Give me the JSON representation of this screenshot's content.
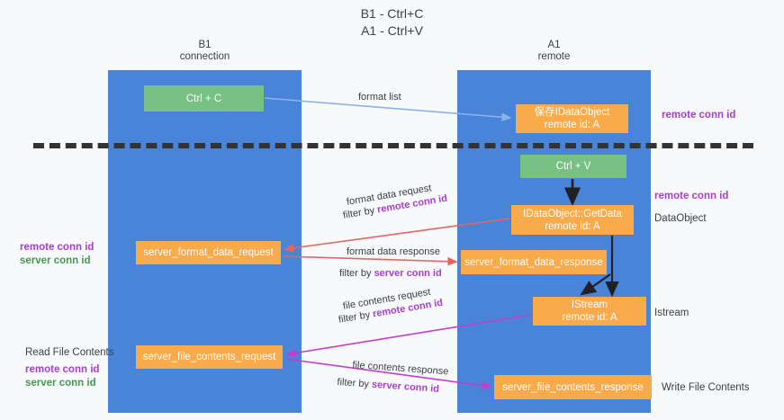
{
  "title": "B1 - Ctrl+C\nA1 - Ctrl+V",
  "lanes": {
    "b1": {
      "header": "B1\nconnection"
    },
    "a1": {
      "header": "A1\nremote"
    }
  },
  "nodes": {
    "ctrl_c": "Ctrl + C",
    "ctrl_v": "Ctrl + V",
    "idataobject": "保存IDataObject\nremote id: A",
    "getdata": "IDataObject::GetData\nremote id: A",
    "server_format_data_request": "server_format_data_request",
    "server_format_data_response": "server_format_data_response",
    "istream": "IStream\nremote id: A",
    "server_file_contents_request": "server_file_contents_request",
    "server_file_contents_response": "server_file_contents_response"
  },
  "edges": {
    "format_list": "format list",
    "format_data_request": "format data request",
    "format_data_request_filter_prefix": "filter by ",
    "format_data_request_filter_key": "remote conn id",
    "format_data_response": "format data response",
    "format_data_response_filter_prefix": "filter by ",
    "format_data_response_filter_key": "server conn id",
    "file_contents_request": "file contents request",
    "file_contents_request_filter_prefix": "filter by ",
    "file_contents_request_filter_key": "remote conn id",
    "file_contents_response": "file contents response",
    "file_contents_response_filter_prefix": "filter by ",
    "file_contents_response_filter_key": "server conn id"
  },
  "annotations": {
    "remote_conn_id_top": "remote conn id",
    "remote_conn_id_mid": "remote conn id",
    "dataobject": "DataObject",
    "istream": "Istream",
    "write_file_contents": "Write File Contents",
    "left_mid_remote": "remote conn id",
    "left_mid_server": "server conn id",
    "read_file_contents": "Read File Contents",
    "left_bot_remote": "remote conn id",
    "left_bot_server": "server conn id"
  },
  "colors": {
    "lane": "#4a84d8",
    "node_green": "#76c183",
    "node_orange": "#f9aa4b",
    "accent_purple": "#a73fce",
    "accent_green": "#3f9b52",
    "arrow_blue": "#8ab4e8",
    "arrow_red": "#e8625f",
    "arrow_magenta": "#c13fcb",
    "arrow_black": "#202124",
    "divider": "#333333",
    "background": "#f8f9fa"
  }
}
